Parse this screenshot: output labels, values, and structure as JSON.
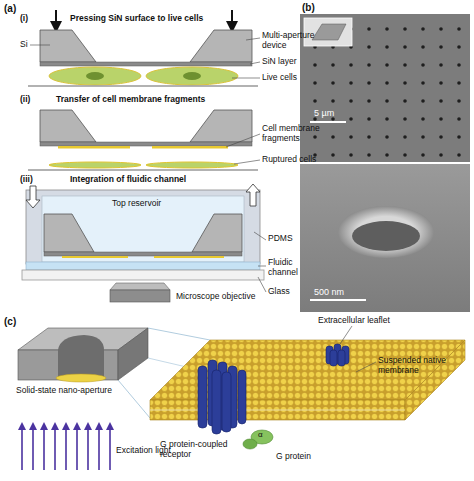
{
  "diagram": {
    "labels": [
      "(a)",
      "(i)",
      "Pressing SiN surface to live cells",
      "Si",
      "Multi-aperture device",
      "SiN layer",
      "Live cells",
      "(ii)",
      "Transfer of cell membrane fragments",
      "Cell membrane fragments",
      "Ruptured cells",
      "(iii)",
      "Integration of fluidic channel",
      "Top reservoir",
      "PDMS",
      "Fluidic channel",
      "Glass",
      "Microscope objective",
      "(b)",
      "5 µm",
      "500 nm",
      "(c)",
      "Solid-state nano-aperture",
      "Excitation light",
      "Extracellular leaflet",
      "Suspended native membrane",
      "G protein-coupled receptor",
      "G protein",
      "α"
    ]
  }
}
